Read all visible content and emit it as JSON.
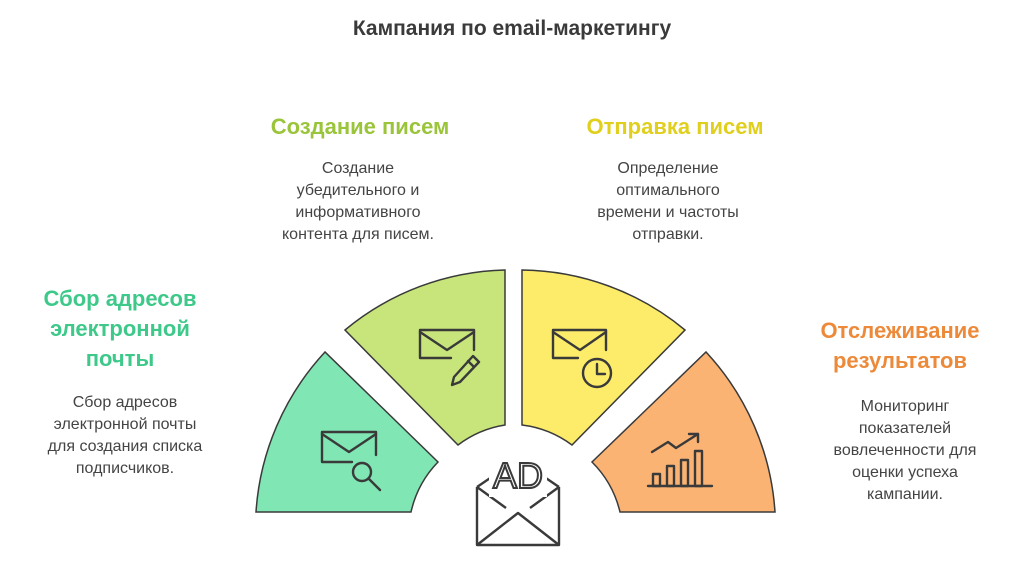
{
  "title": "Кампания по email-маркетингу",
  "stages": [
    {
      "title_lines": [
        "Сбор адресов",
        "электронной",
        "почты"
      ],
      "desc_lines": [
        "Сбор адресов",
        "электронной почты",
        "для создания списка",
        "подписчиков."
      ],
      "color": "#3ec98a",
      "fill": "#7fe6b4",
      "icon": "envelope-search-icon"
    },
    {
      "title_lines": [
        "Создание писем"
      ],
      "desc_lines": [
        "Создание",
        "убедительного и",
        "информативного",
        "контента для писем."
      ],
      "color": "#9ac43a",
      "fill": "#c7e57a",
      "icon": "envelope-pen-icon"
    },
    {
      "title_lines": [
        "Отправка писем"
      ],
      "desc_lines": [
        "Определение",
        "оптимального",
        "времени и частоты",
        "отправки."
      ],
      "color": "#e0cf1d",
      "fill": "#fcec6a",
      "icon": "envelope-clock-icon"
    },
    {
      "title_lines": [
        "Отслеживание",
        "результатов"
      ],
      "desc_lines": [
        "Мониторинг",
        "показателей",
        "вовлеченности для",
        "оценки успеха",
        "кампании."
      ],
      "color": "#ec8a3a",
      "fill": "#fbb374",
      "icon": "growth-chart-icon"
    }
  ],
  "center": {
    "icon": "ad-envelope-icon",
    "label": "AD"
  }
}
